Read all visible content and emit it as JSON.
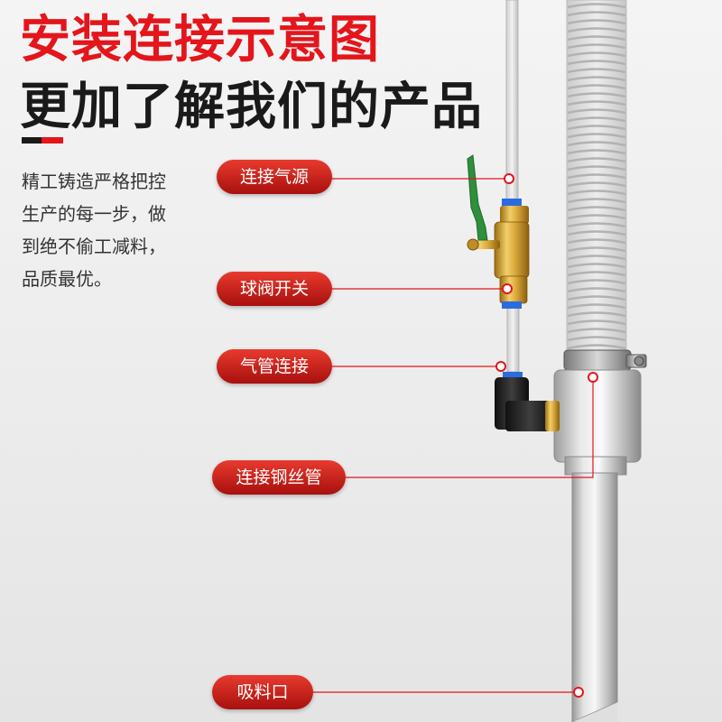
{
  "heading": {
    "line1": "安装连接示意图",
    "line2": "更加了解我们的产品"
  },
  "description": [
    "精工铸造严格把控",
    "生产的每一步，做",
    "到绝不偷工减料，",
    "品质最优。"
  ],
  "callouts": [
    {
      "id": "air-source",
      "label": "连接气源"
    },
    {
      "id": "ball-valve",
      "label": "球阀开关"
    },
    {
      "id": "air-pipe",
      "label": "气管连接"
    },
    {
      "id": "steel-hose",
      "label": "连接钢丝管"
    },
    {
      "id": "suction-port",
      "label": "吸料口"
    }
  ],
  "colors": {
    "accent_red": "#e4151b",
    "title_black": "#1a1a1a",
    "callout_red_light": "#e83a2e",
    "callout_red_dark": "#a8100e",
    "valve_handle_green": "#2f8f3c",
    "brass": "#d2a43a",
    "fitting_blue": "#2a6be0"
  }
}
